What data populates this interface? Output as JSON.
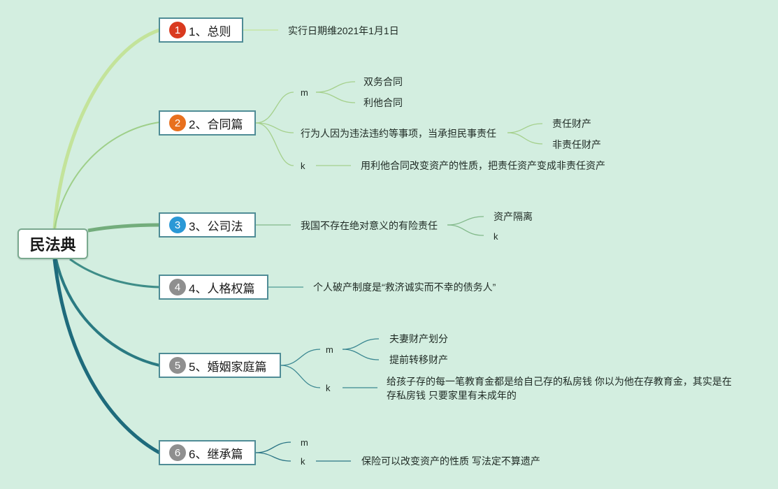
{
  "root": {
    "label": "民法典"
  },
  "colors": {
    "background": "#d3eee0",
    "badge1": "#d93a1f",
    "badge2": "#e8701e",
    "badge3": "#2a98d6",
    "badge_gray": "#8f8f8f"
  },
  "branches": [
    {
      "num": "1",
      "label": "1、总则"
    },
    {
      "num": "2",
      "label": "2、合同篇"
    },
    {
      "num": "3",
      "label": "3、公司法"
    },
    {
      "num": "4",
      "label": "4、人格权篇"
    },
    {
      "num": "5",
      "label": "5、婚姻家庭篇"
    },
    {
      "num": "6",
      "label": "6、继承篇"
    }
  ],
  "b1": {
    "note": "实行日期维2021年1月1日"
  },
  "b2": {
    "m": "m",
    "m_items": [
      "双务合同",
      "利他合同"
    ],
    "duty": "行为人因为违法违约等事项，当承担民事责任",
    "duty_items": [
      "责任财产",
      "非责任财产"
    ],
    "k": "k",
    "k_note": "用利他合同改变资产的性质，把责任资产变成非责任资产"
  },
  "b3": {
    "note": "我国不存在绝对意义的有险责任",
    "items": [
      "资产隔离",
      "k"
    ]
  },
  "b4": {
    "note": "个人破产制度是“救济诚实而不幸的债务人”"
  },
  "b5": {
    "m": "m",
    "m_items": [
      "夫妻财产划分",
      "提前转移财产"
    ],
    "k": "k",
    "k_note": "给孩子存的每一笔教育金都是给自己存的私房钱 你以为他在存教育金，其实是在存私房钱 只要家里有未成年的"
  },
  "b6": {
    "m": "m",
    "k": "k",
    "k_note": "保险可以改变资产的性质 写法定不算遗产"
  }
}
